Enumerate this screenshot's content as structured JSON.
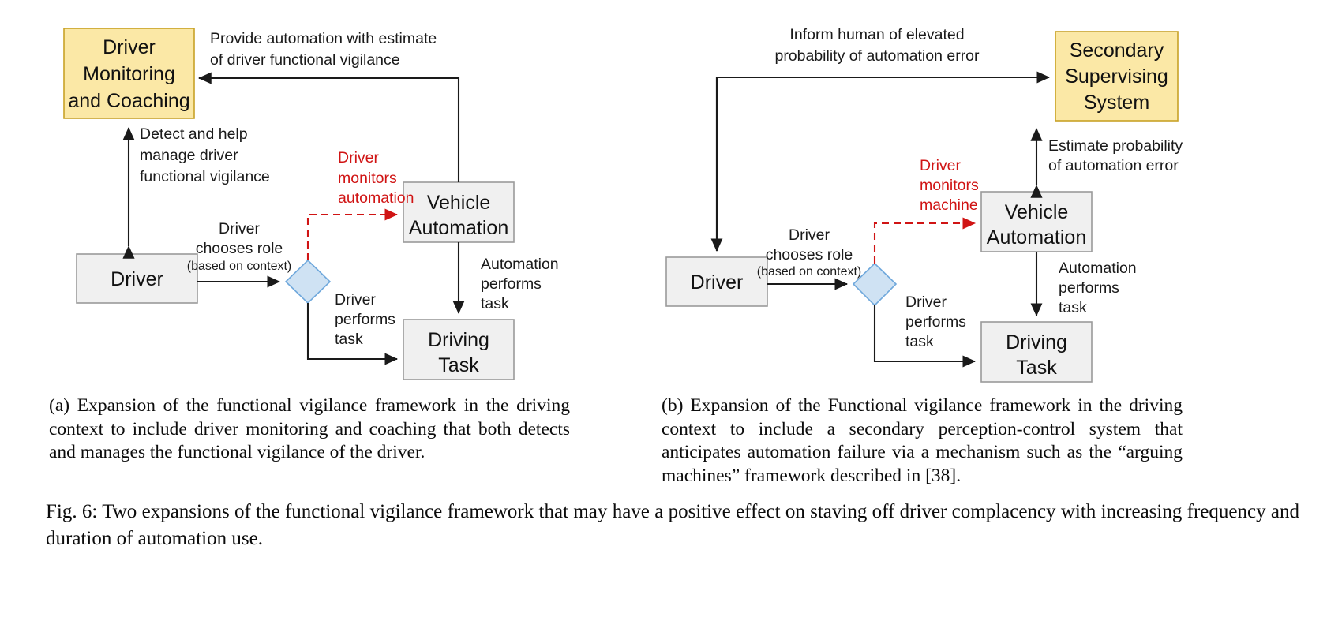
{
  "figure": {
    "number": "Fig. 6",
    "main_caption": "Fig. 6: Two expansions of the functional vigilance framework that may have a positive effect on staving off driver complacency with increasing frequency and duration of automation use."
  },
  "panel_a": {
    "label": "(a)",
    "caption": "(a) Expansion of the functional vigilance framework in the driving context to include driver monitoring and coaching that both detects and manages the functional vigilance of the driver.",
    "nodes": {
      "monitoring": {
        "text": "Driver Monitoring and Coaching",
        "lines": [
          "Driver",
          "Monitoring",
          "and Coaching"
        ],
        "fill": "#fbe8a6",
        "stroke": "#c8a227",
        "shape": "rect"
      },
      "driver": {
        "text": "Driver",
        "lines": [
          "Driver"
        ],
        "fill": "#f0f0f0",
        "stroke": "#9a9a9a",
        "shape": "rect"
      },
      "decision": {
        "text": "",
        "fill": "#cfe2f3",
        "stroke": "#6fa8dc",
        "shape": "diamond"
      },
      "automation": {
        "text": "Vehicle Automation",
        "lines": [
          "Vehicle",
          "Automation"
        ],
        "fill": "#f0f0f0",
        "stroke": "#9a9a9a",
        "shape": "rect"
      },
      "driving_task": {
        "text": "Driving Task",
        "lines": [
          "Driving",
          "Task"
        ],
        "fill": "#f0f0f0",
        "stroke": "#9a9a9a",
        "shape": "rect"
      }
    },
    "edges": [
      {
        "id": "provide-estimate",
        "lines": [
          "Provide automation with estimate",
          "of driver functional vigilance"
        ],
        "color": "#1a1a1a",
        "style": "solid",
        "from": "automation",
        "to": "monitoring"
      },
      {
        "id": "detect-manage",
        "lines": [
          "Detect and help",
          "manage driver",
          "functional vigilance"
        ],
        "color": "#1a1a1a",
        "style": "solid",
        "from": "driver",
        "to": "monitoring"
      },
      {
        "id": "driver-monitors-automation",
        "lines": [
          "Driver",
          "monitors",
          "automation"
        ],
        "color": "#d01414",
        "style": "dashed",
        "from": "decision",
        "to": "automation"
      },
      {
        "id": "chooses-role",
        "lines": [
          "Driver",
          "chooses role"
        ],
        "sub": "(based on context)",
        "color": "#1a1a1a",
        "style": "solid",
        "from": "driver",
        "to": "decision"
      },
      {
        "id": "automation-performs-task",
        "lines": [
          "Automation",
          "performs",
          "task"
        ],
        "color": "#1a1a1a",
        "style": "solid",
        "from": "automation",
        "to": "driving_task"
      },
      {
        "id": "driver-performs-task",
        "lines": [
          "Driver",
          "performs",
          "task"
        ],
        "color": "#1a1a1a",
        "style": "solid",
        "from": "decision",
        "to": "driving_task"
      }
    ]
  },
  "panel_b": {
    "label": "(b)",
    "caption": "(b) Expansion of the Functional vigilance framework in the driving context to include a secondary perception-control system that anticipates automation failure via a mechanism such as the “arguing machines” framework described in [38].",
    "nodes": {
      "secondary": {
        "text": "Secondary Supervising System",
        "lines": [
          "Secondary",
          "Supervising",
          "System"
        ],
        "fill": "#fbe8a6",
        "stroke": "#c8a227",
        "shape": "rect"
      },
      "driver": {
        "text": "Driver",
        "lines": [
          "Driver"
        ],
        "fill": "#f0f0f0",
        "stroke": "#9a9a9a",
        "shape": "rect"
      },
      "decision": {
        "text": "",
        "fill": "#cfe2f3",
        "stroke": "#6fa8dc",
        "shape": "diamond"
      },
      "automation": {
        "text": "Vehicle Automation",
        "lines": [
          "Vehicle",
          "Automation"
        ],
        "fill": "#f0f0f0",
        "stroke": "#9a9a9a",
        "shape": "rect"
      },
      "driving_task": {
        "text": "Driving Task",
        "lines": [
          "Driving",
          "Task"
        ],
        "fill": "#f0f0f0",
        "stroke": "#9a9a9a",
        "shape": "rect"
      }
    },
    "edges": [
      {
        "id": "inform-human",
        "lines": [
          "Inform human of elevated",
          "probability of automation error"
        ],
        "color": "#1a1a1a",
        "style": "solid",
        "from": "secondary",
        "to": "driver"
      },
      {
        "id": "estimate-probability",
        "lines": [
          "Estimate probability",
          "of automation error"
        ],
        "color": "#1a1a1a",
        "style": "solid",
        "from": "automation",
        "to": "secondary"
      },
      {
        "id": "driver-monitors-machine",
        "lines": [
          "Driver",
          "monitors",
          "machine"
        ],
        "color": "#d01414",
        "style": "dashed",
        "from": "decision",
        "to": "automation"
      },
      {
        "id": "chooses-role",
        "lines": [
          "Driver",
          "chooses role"
        ],
        "sub": "(based on context)",
        "color": "#1a1a1a",
        "style": "solid",
        "from": "driver",
        "to": "decision"
      },
      {
        "id": "automation-performs-task",
        "lines": [
          "Automation",
          "performs",
          "task"
        ],
        "color": "#1a1a1a",
        "style": "solid",
        "from": "automation",
        "to": "driving_task"
      },
      {
        "id": "driver-performs-task",
        "lines": [
          "Driver",
          "performs",
          "task"
        ],
        "color": "#1a1a1a",
        "style": "solid",
        "from": "decision",
        "to": "driving_task"
      }
    ]
  },
  "colors": {
    "highlight_fill": "#fbe8a6",
    "highlight_stroke": "#c8a227",
    "node_fill": "#f0f0f0",
    "node_stroke": "#9a9a9a",
    "decision_fill": "#cfe2f3",
    "decision_stroke": "#6fa8dc",
    "arrow": "#1a1a1a",
    "red_arrow": "#d01414"
  }
}
